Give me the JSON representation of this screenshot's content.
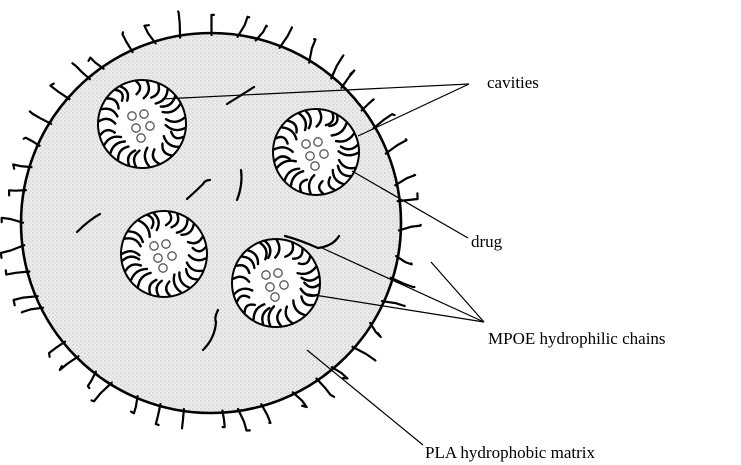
{
  "labels": {
    "cavities": "cavities",
    "drug": "drug",
    "chains": "MPOE hydrophilic chains",
    "matrix": "PLA hydrophobic matrix"
  },
  "colors": {
    "ink": "#000000",
    "matrix_fill": "#e6e6e6",
    "cavity_fill": "#ffffff",
    "drug_stroke": "#555555"
  }
}
